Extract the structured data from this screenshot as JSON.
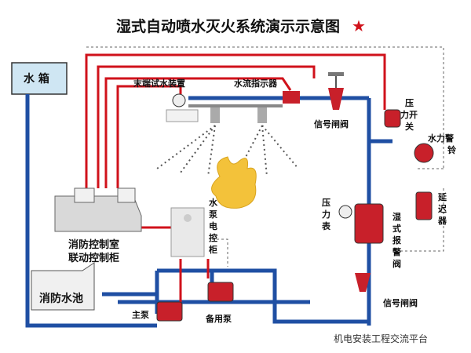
{
  "title": "湿式自动喷水灭火系统演示示意图",
  "title_star": "★",
  "labels": {
    "water_tank": "水 箱",
    "end_test_device": "末端试水装置",
    "water_flow_indicator": "水流指示器",
    "signal_gate_valve_top": "信号闸阀",
    "pressure_switch": [
      "压",
      "力开",
      "关"
    ],
    "water_alarm_bell": [
      "水力警",
      "铃"
    ],
    "delay_device": [
      "延",
      "迟",
      "器"
    ],
    "pressure_gauge": [
      "压",
      "力",
      "表"
    ],
    "wet_alarm_valve": [
      "湿",
      "式",
      "报",
      "警",
      "阀"
    ],
    "signal_gate_valve_bottom": "信号闸阀",
    "pump_control_cabinet": [
      "水",
      "泵",
      "电",
      "控",
      "柜"
    ],
    "control_room": [
      "消防控制室",
      "联动控制柜"
    ],
    "fire_pool": "消防水池",
    "main_pump": "主泵",
    "standby_pump": "备用泵",
    "watermark": "机电安装工程交流平台"
  },
  "colors": {
    "pipe_blue": "#1f4fa3",
    "pipe_red": "#d0121b",
    "valve_red": "#c8202a",
    "fire_yellow": "#f3c23a"
  }
}
